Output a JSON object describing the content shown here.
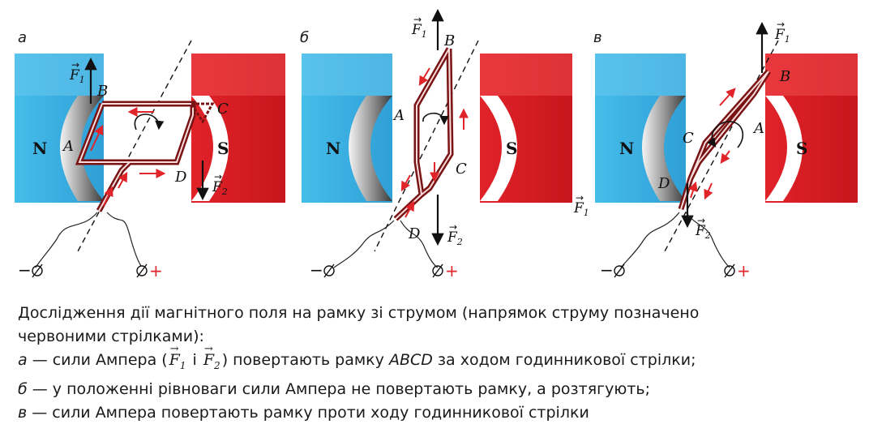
{
  "panels": [
    {
      "tag": "а",
      "pole_left": "N",
      "pole_right": "S",
      "points": {
        "A": "A",
        "B": "B",
        "C": "C",
        "D": "D"
      },
      "forces": {
        "f1": "F",
        "f1_sub": "1",
        "f2": "F",
        "f2_sub": "2"
      },
      "terminals": {
        "minus": "−",
        "plus": "+"
      }
    },
    {
      "tag": "б",
      "pole_left": "N",
      "pole_right": "S",
      "points": {
        "A": "A",
        "B": "B",
        "C": "C",
        "D": "D"
      },
      "forces": {
        "f1": "F",
        "f1_sub": "1",
        "f2": "F",
        "f2_sub": "2"
      },
      "terminals": {
        "minus": "−",
        "plus": "+"
      }
    },
    {
      "tag": "в",
      "pole_left": "N",
      "pole_right": "S",
      "points": {
        "A": "A",
        "B": "B",
        "C": "C",
        "D": "D"
      },
      "forces": {
        "f1": "F",
        "f1_sub": "1",
        "f2": "F",
        "f2_sub": "2",
        "f1_side": "F",
        "f1_side_sub": "1"
      },
      "terminals": {
        "minus": "−",
        "plus": "+"
      }
    }
  ],
  "caption": {
    "line1": "Дослідження дії магнітного поля на рамку зі струмом (напрямок струму позначено",
    "line2": "червоними стрілками):",
    "a_letter": "а",
    "a_text_1": " — сили Ампера (",
    "a_and": " і ",
    "a_text_2": ") повертають рамку ",
    "a_frame": "ABCD",
    "a_text_3": " за ходом годинникової стрілки;",
    "b_letter": "б",
    "b_text": " — у положенні рівноваги сили Ампера не повертають рамку, а розтягують;",
    "v_letter": "в",
    "v_text": " — сили Ампера повертають рамку проти ходу годинникової стрілки",
    "f": "F",
    "f1_sub": "1",
    "f2_sub": "2",
    "vec_mark": "→"
  },
  "colors": {
    "north": "#3fb6e6",
    "south": "#e3242b",
    "frame": "#7a1414",
    "current_arrow": "#e0242a",
    "text": "#1a1a1a"
  }
}
